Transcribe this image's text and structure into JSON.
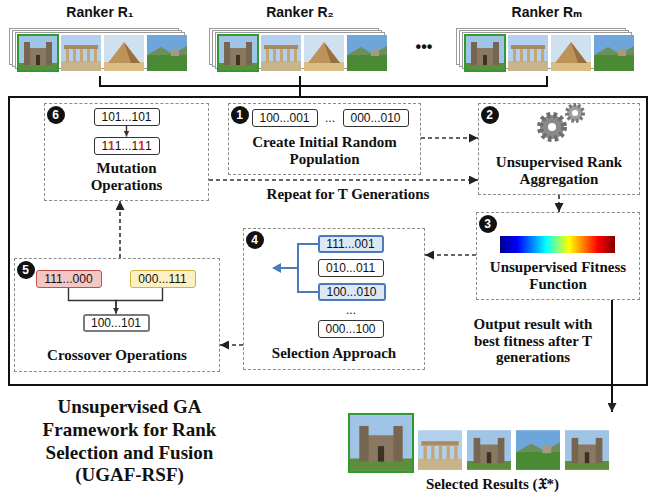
{
  "diagram": {
    "nodes": [
      {
        "text": [
          "Ranker R₁"
        ]
      },
      {
        "text": [
          "Ranker R₂"
        ]
      },
      {
        "text": [
          "Ranker Rₘ"
        ]
      },
      {
        "text": [
          "Unsupervised GA Framework for Rank Selection and Fusion (UGAF-RSF)"
        ]
      },
      {
        "text": [
          "Mutation Operations"
        ],
        "in": 3
      },
      {
        "text": [
          "6"
        ],
        "in": 4
      },
      {
        "text": [
          "101...101"
        ],
        "in": 4
      },
      {
        "text": [
          "111...111"
        ],
        "in": 4
      },
      {
        "text": [
          "Create Initial Random Population"
        ],
        "in": 3
      },
      {
        "text": [
          "1"
        ],
        "in": 8
      },
      {
        "text": [
          "100...001"
        ],
        "in": 8
      },
      {
        "text": [
          "000...010"
        ],
        "in": 8
      },
      {
        "text": [
          "Unsupervised Rank Aggregation"
        ],
        "in": 3
      },
      {
        "text": [
          "2"
        ],
        "in": 12
      },
      {
        "text": [
          "Unsupervised Fitness Function"
        ],
        "in": 3
      },
      {
        "text": [
          "3"
        ],
        "in": 14
      },
      {
        "text": [
          "Selection Approach"
        ],
        "in": 3
      },
      {
        "text": [
          "4"
        ],
        "in": 16
      },
      {
        "text": [
          "111...001"
        ],
        "in": 16
      },
      {
        "text": [
          "010...011"
        ],
        "in": 16
      },
      {
        "text": [
          "100...010"
        ],
        "in": 16
      },
      {
        "text": [
          "000...100"
        ],
        "in": 16
      },
      {
        "text": [
          "Crossover Operations"
        ],
        "in": 3
      },
      {
        "text": [
          "5"
        ],
        "in": 22
      },
      {
        "text": [
          "111...000"
        ],
        "in": 22
      },
      {
        "text": [
          "000...111"
        ],
        "in": 22
      },
      {
        "text": [
          "100...101"
        ],
        "in": 22
      },
      {
        "text": [
          "Selected Results (𝔛*)"
        ]
      }
    ],
    "edges": [
      {
        "from": 0,
        "to": 3,
        "arrow": "none"
      },
      {
        "from": 1,
        "to": 3,
        "arrow": "none"
      },
      {
        "from": 2,
        "to": 3,
        "arrow": "none"
      },
      {
        "from": 8,
        "to": 12,
        "arrow": "to"
      },
      {
        "from": 12,
        "to": 14,
        "arrow": "to"
      },
      {
        "from": 14,
        "to": 16,
        "arrow": "to"
      },
      {
        "from": 16,
        "to": 22,
        "arrow": "to"
      },
      {
        "from": 22,
        "to": 4,
        "arrow": "to"
      },
      {
        "from": 4,
        "to": 12,
        "arrow": "to",
        "label": "Repeat for T Generations"
      },
      {
        "from": 14,
        "to": 27,
        "arrow": "to",
        "label": "Output result with best fitness after T generations"
      },
      {
        "from": 6,
        "to": 7,
        "arrow": "to"
      },
      {
        "from": 24,
        "to": 26,
        "arrow": "to"
      },
      {
        "from": 25,
        "to": 26,
        "arrow": "to"
      }
    ],
    "labels": [
      "•••",
      "...",
      "..."
    ]
  }
}
